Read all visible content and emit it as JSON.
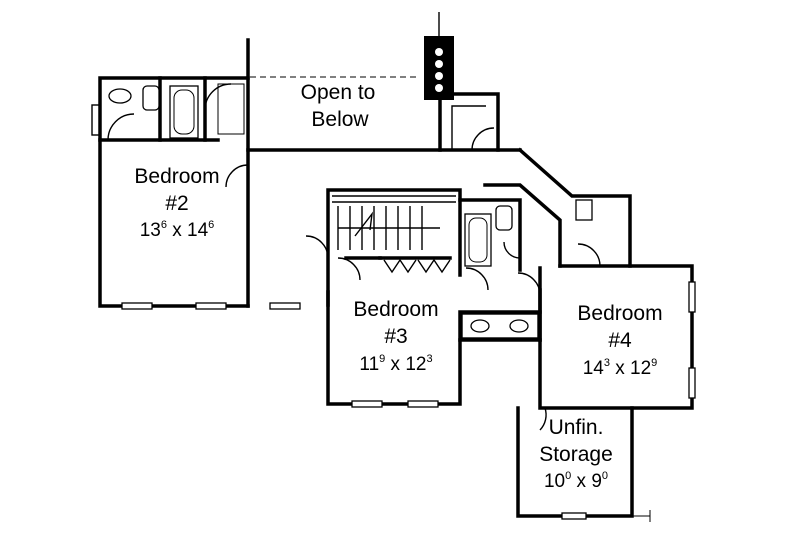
{
  "open_to_below": {
    "line1": "Open to",
    "line2": "Below"
  },
  "rooms": [
    {
      "id": "bedroom-2",
      "name": "Bedroom",
      "number": "#2",
      "w_ft": "13",
      "w_in": "6",
      "sep": "x",
      "d_ft": "14",
      "d_in": "6"
    },
    {
      "id": "bedroom-3",
      "name": "Bedroom",
      "number": "#3",
      "w_ft": "11",
      "w_in": "9",
      "sep": "x",
      "d_ft": "12",
      "d_in": "3"
    },
    {
      "id": "bedroom-4",
      "name": "Bedroom",
      "number": "#4",
      "w_ft": "14",
      "w_in": "3",
      "sep": "x",
      "d_ft": "12",
      "d_in": "9"
    }
  ],
  "storage": {
    "line1": "Unfin.",
    "line2": "Storage",
    "w_ft": "10",
    "w_in": "0",
    "sep": "x",
    "d_ft": "9",
    "d_in": "0"
  }
}
